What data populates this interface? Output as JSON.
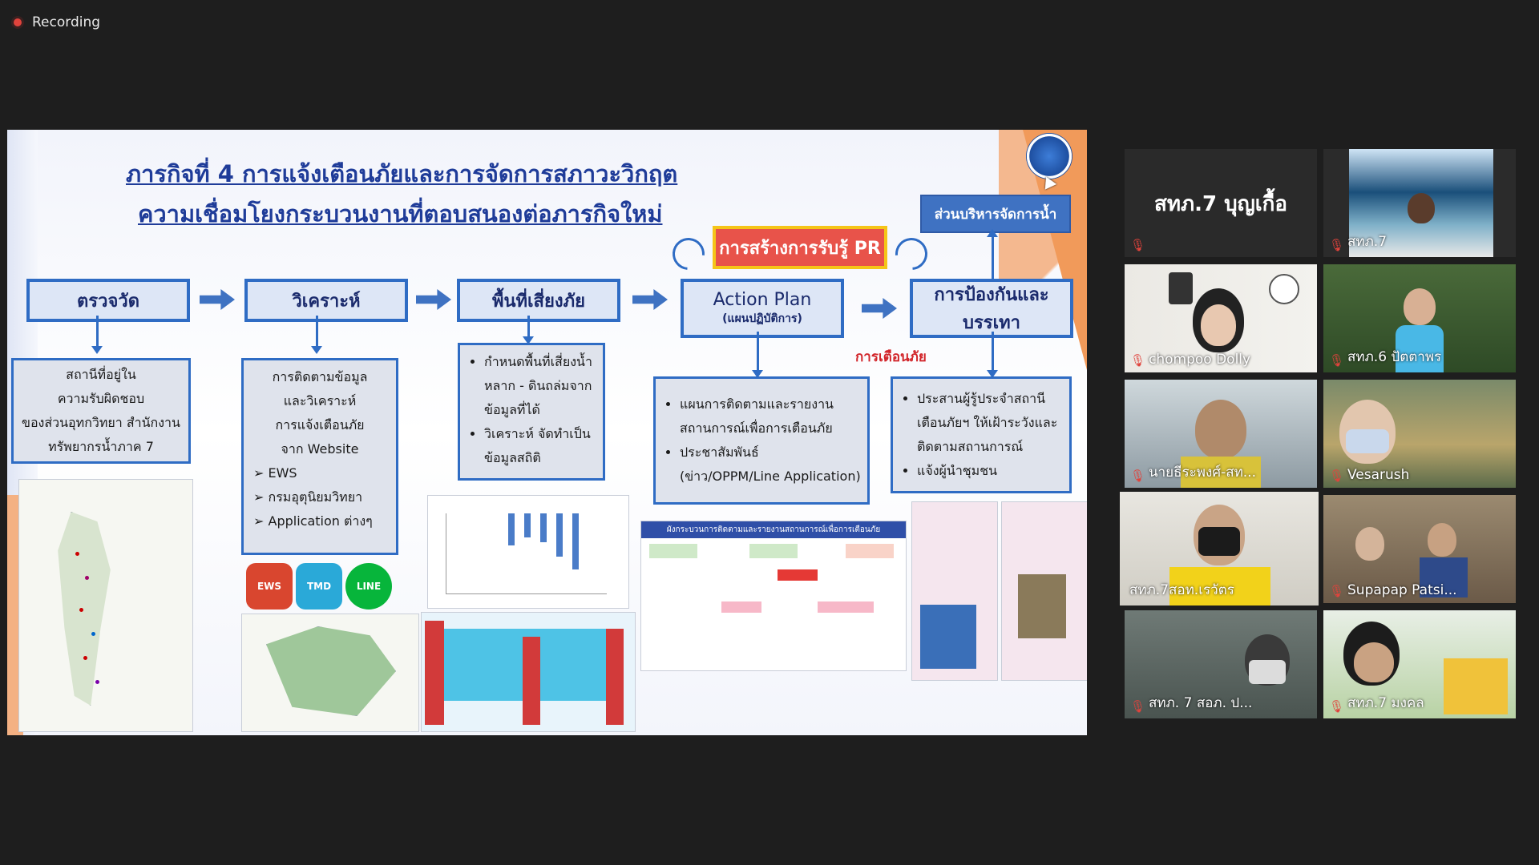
{
  "recording": {
    "label": "Recording"
  },
  "slide": {
    "title_line1": "ภารกิจที่ 4 การแจ้งเตือนภัยและการจัดการสภาวะวิกฤต",
    "title_line2": "ความเชื่อมโยงกระบวนงานที่ตอบสนองต่อภารกิจใหม่",
    "pr_box": "การสร้างการรับรู้ PR",
    "water_box": "ส่วนบริหารจัดการน้ำ",
    "warning_label": "การเตือนภัย",
    "steps": [
      {
        "label": "ตรวจวัด"
      },
      {
        "label": "วิเคราะห์"
      },
      {
        "label": "พื้นที่เสี่ยงภัย"
      },
      {
        "label": "Action Plan",
        "sublabel": "(แผนปฏิบัติการ)"
      },
      {
        "label": "การป้องกันและบรรเทา"
      }
    ],
    "details": {
      "measure": [
        "สถานีที่อยู่ใน",
        "ความรับผิดชอบ",
        "ของส่วนอุทกวิทยา สำนักงาน",
        "ทรัพยากรน้ำภาค 7"
      ],
      "analyze_text": [
        "การติดตามข้อมูล",
        "และวิเคราะห์",
        "การแจ้งเตือนภัย",
        "จาก Website"
      ],
      "analyze_list": [
        "EWS",
        "กรมอุตุนิยมวิทยา",
        "Application ต่างๆ"
      ],
      "risk": [
        "กำหนดพื้นที่เสี่ยงน้ำหลาก - ดินถล่มจากข้อมูลที่ได้",
        "วิเคราะห์ จัดทำเป็นข้อมูลสถิติ"
      ],
      "action": [
        "แผนการติดตามและรายงานสถานการณ์เพื่อการเตือนภัย",
        "ประชาสัมพันธ์ (ข่าว/OPPM/Line Application)"
      ],
      "prevent": [
        "ประสานผู้รู้ประจำสถานีเตือนภัยฯ ให้เฝ้าระวังและติดตามสถานการณ์",
        "แจ้งผู้นำชุมชน"
      ]
    },
    "apps": {
      "ews": "EWS",
      "tmd": "TMD",
      "line": "LINE"
    },
    "flow_title": "ผังกระบวนการติดตามและรายงานสถานการณ์เพื่อการเตือนภัย"
  },
  "participants": [
    {
      "name": "สทภ.7 บุญเกื้อ",
      "video": false
    },
    {
      "name": "สทภ.7",
      "video": true
    },
    {
      "name": "chompoo Dolly",
      "video": true
    },
    {
      "name": "สทภ.6 ปัตตาพร",
      "video": true
    },
    {
      "name": "นายธีระพงศ์-สท...",
      "video": true
    },
    {
      "name": "Vesarush",
      "video": true
    },
    {
      "name": "สทภ.7สอท.เรวัตร",
      "video": true,
      "active": true
    },
    {
      "name": "Supapap Patsi...",
      "video": true
    },
    {
      "name": "สทภ. 7  สอภ.  ป...",
      "video": true
    },
    {
      "name": "สทภ.7 มงคล",
      "video": true
    }
  ]
}
